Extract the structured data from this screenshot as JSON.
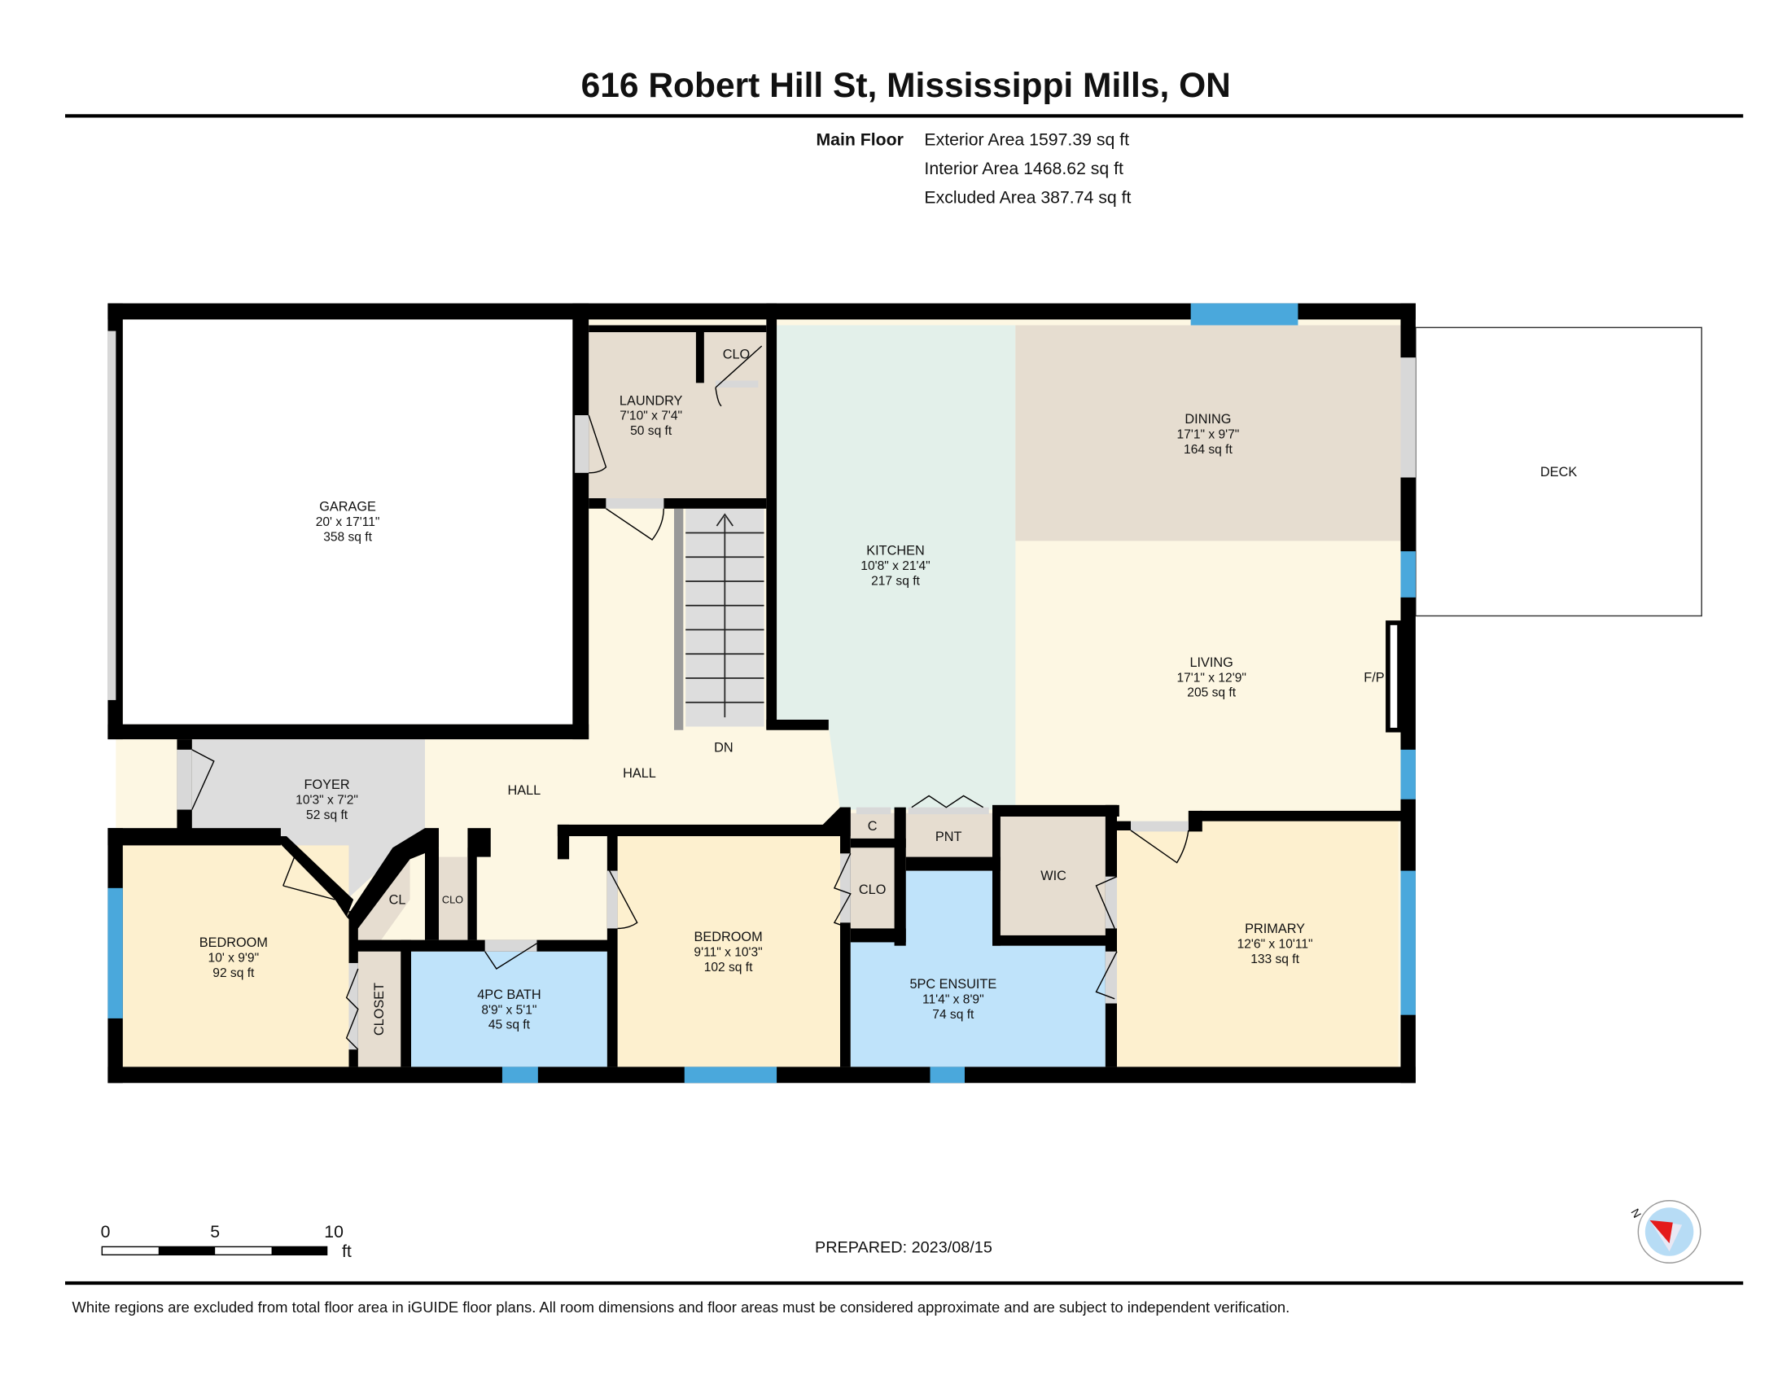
{
  "header": {
    "title": "616 Robert Hill St, Mississippi Mills, ON",
    "floor_label": "Main Floor",
    "exterior_area": "Exterior Area 1597.39 sq ft",
    "interior_area": "Interior Area 1468.62 sq ft",
    "excluded_area": "Excluded Area 387.74 sq ft"
  },
  "rooms": {
    "garage": {
      "name": "GARAGE",
      "dims": "20' x 17'11\"",
      "area": "358 sq ft"
    },
    "laundry": {
      "name": "LAUNDRY",
      "dims": "7'10\" x 7'4\"",
      "area": "50 sq ft"
    },
    "laundry_clo": {
      "name": "CLO"
    },
    "kitchen": {
      "name": "KITCHEN",
      "dims": "10'8\" x 21'4\"",
      "area": "217 sq ft"
    },
    "dining": {
      "name": "DINING",
      "dims": "17'1\" x 9'7\"",
      "area": "164 sq ft"
    },
    "living": {
      "name": "LIVING",
      "dims": "17'1\" x 12'9\"",
      "area": "205 sq ft"
    },
    "fireplace": {
      "name": "F/P"
    },
    "deck": {
      "name": "DECK"
    },
    "stairs": {
      "name": "DN"
    },
    "hall1": {
      "name": "HALL"
    },
    "hall2": {
      "name": "HALL"
    },
    "foyer": {
      "name": "FOYER",
      "dims": "10'3\" x 7'2\"",
      "area": "52 sq ft"
    },
    "bedroom1": {
      "name": "BEDROOM",
      "dims": "10' x 9'9\"",
      "area": "92 sq ft"
    },
    "cl": {
      "name": "CL"
    },
    "clo_small": {
      "name": "CLO"
    },
    "closet": {
      "name": "CLOSET"
    },
    "bath4": {
      "name": "4PC BATH",
      "dims": "8'9\" x 5'1\"",
      "area": "45 sq ft"
    },
    "bedroom2": {
      "name": "BEDROOM",
      "dims": "9'11\" x 10'3\"",
      "area": "102 sq ft"
    },
    "c": {
      "name": "C"
    },
    "clo_b2": {
      "name": "CLO"
    },
    "pnt": {
      "name": "PNT"
    },
    "wic": {
      "name": "WIC"
    },
    "ensuite": {
      "name": "5PC ENSUITE",
      "dims": "11'4\" x 8'9\"",
      "area": "74 sq ft"
    },
    "primary": {
      "name": "PRIMARY",
      "dims": "12'6\" x 10'11\"",
      "area": "133 sq ft"
    }
  },
  "scale_bar": {
    "labels": [
      "0",
      "5",
      "10"
    ],
    "unit": "ft"
  },
  "prepared": "PREPARED: 2023/08/15",
  "compass": {
    "label": "N"
  },
  "footer": {
    "disclaimer": "White regions are excluded from total floor area in iGUIDE floor plans. All room dimensions and floor areas must be considered approximate and are subject to independent verification."
  },
  "colors": {
    "wall": "#000000",
    "window": "#4aa8dc",
    "kitchen": "#e3f0ea",
    "beige": "#e6ddd0",
    "cream": "#fdf7e3",
    "bedroom": "#fdf0cf",
    "bath": "#bfe3fa",
    "foyer": "#dddddd"
  }
}
